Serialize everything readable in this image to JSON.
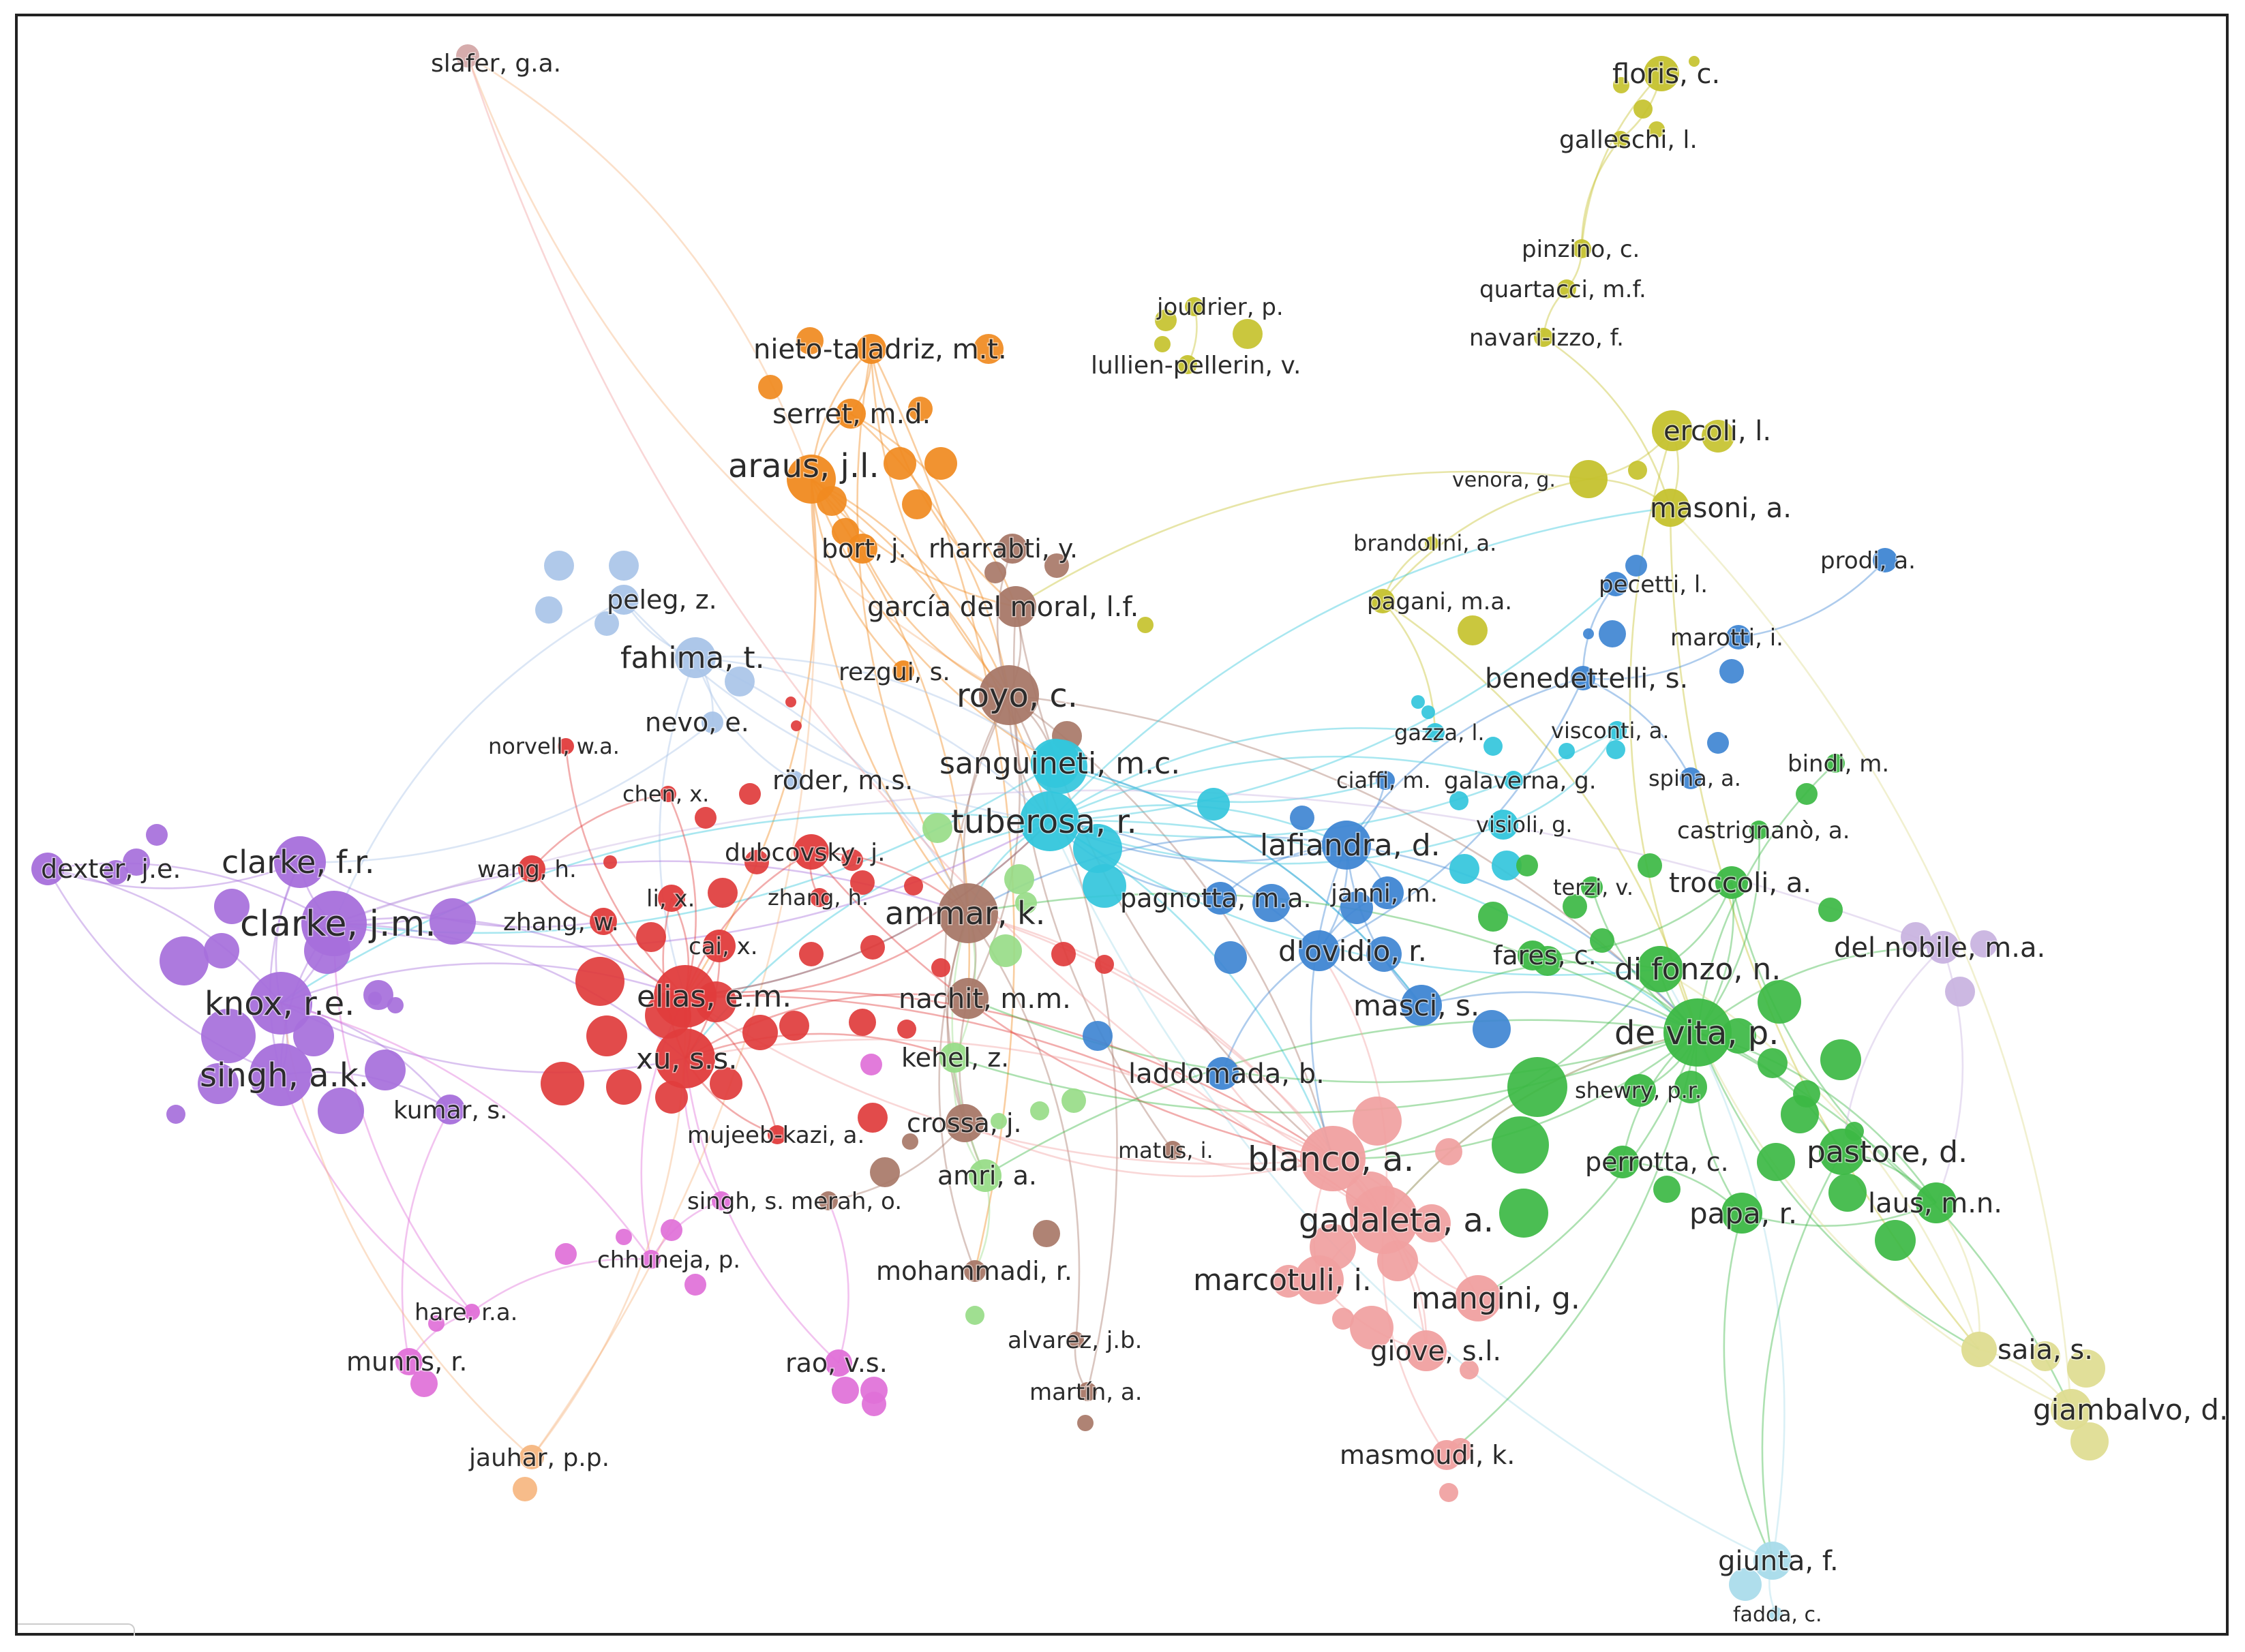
{
  "palette": {
    "red": "#e03c3c",
    "green": "#3cb844",
    "blue": "#3f86d3",
    "yellow": "#c5c22e",
    "purple": "#a66fdb",
    "lightblue": "#a9c4e8",
    "cyan": "#33c6dc",
    "orange": "#f08a20",
    "brown": "#a87868",
    "pink": "#f0a0a0",
    "magenta": "#e070d8",
    "lightgreen": "#98dc88",
    "lightpurple": "#c8b2e0",
    "khaki": "#dedc90",
    "paleblue": "#a8dbea",
    "rose": "#d4a8a8",
    "peach": "#f6b680"
  },
  "network": {
    "nodes": [
      {
        "id": "slafer",
        "label": "slafer, g.a.",
        "cluster": "rose",
        "weight": 1
      },
      {
        "id": "floris",
        "label": "floris, c.",
        "cluster": "yellow",
        "weight": 2
      },
      {
        "id": "galleschi",
        "label": "galleschi, l.",
        "cluster": "yellow",
        "weight": 1
      },
      {
        "id": "pinzino",
        "label": "pinzino, c.",
        "cluster": "yellow",
        "weight": 1
      },
      {
        "id": "quartacci",
        "label": "quartacci, m.f.",
        "cluster": "yellow",
        "weight": 1
      },
      {
        "id": "navari",
        "label": "navari-izzo, f.",
        "cluster": "yellow",
        "weight": 1
      },
      {
        "id": "joudrier",
        "label": "joudrier, p.",
        "cluster": "yellow",
        "weight": 1
      },
      {
        "id": "lullien",
        "label": "lullien-pellerin, v.",
        "cluster": "yellow",
        "weight": 1
      },
      {
        "id": "nieto",
        "label": "nieto-taladriz, m.t.",
        "cluster": "orange",
        "weight": 2
      },
      {
        "id": "serret",
        "label": "serret, m.d.",
        "cluster": "orange",
        "weight": 2
      },
      {
        "id": "araus",
        "label": "araus, j.l.",
        "cluster": "orange",
        "weight": 4
      },
      {
        "id": "bort",
        "label": "bort, j.",
        "cluster": "orange",
        "weight": 2
      },
      {
        "id": "rharrabti",
        "label": "rharrabti, y.",
        "cluster": "brown",
        "weight": 2
      },
      {
        "id": "garcia",
        "label": "garcía del moral, l.f.",
        "cluster": "brown",
        "weight": 3
      },
      {
        "id": "rezgui",
        "label": "rezgui, s.",
        "cluster": "orange",
        "weight": 1
      },
      {
        "id": "royo",
        "label": "royo, c.",
        "cluster": "brown",
        "weight": 5
      },
      {
        "id": "ercoli",
        "label": "ercoli, l.",
        "cluster": "yellow",
        "weight": 3
      },
      {
        "id": "venora",
        "label": "venora, g.",
        "cluster": "yellow",
        "weight": 3
      },
      {
        "id": "masoni",
        "label": "masoni, a.",
        "cluster": "yellow",
        "weight": 3
      },
      {
        "id": "brandolini",
        "label": "brandolini, a.",
        "cluster": "yellow",
        "weight": 1
      },
      {
        "id": "pagani",
        "label": "pagani, m.a.",
        "cluster": "yellow",
        "weight": 2
      },
      {
        "id": "pecetti",
        "label": "pecetti, l.",
        "cluster": "blue",
        "weight": 2
      },
      {
        "id": "prodi",
        "label": "prodi, a.",
        "cluster": "blue",
        "weight": 2
      },
      {
        "id": "marotti",
        "label": "marotti, i.",
        "cluster": "blue",
        "weight": 2
      },
      {
        "id": "benedettelli",
        "label": "benedettelli, s.",
        "cluster": "blue",
        "weight": 2
      },
      {
        "id": "peleg",
        "label": "peleg, z.",
        "cluster": "lightblue",
        "weight": 2
      },
      {
        "id": "fahima",
        "label": "fahima, t.",
        "cluster": "lightblue",
        "weight": 3
      },
      {
        "id": "nevo",
        "label": "nevo, e.",
        "cluster": "lightblue",
        "weight": 1
      },
      {
        "id": "norvell",
        "label": "norvell, w.a.",
        "cluster": "red",
        "weight": 1
      },
      {
        "id": "chen",
        "label": "chen, x.",
        "cluster": "red",
        "weight": 1
      },
      {
        "id": "roder",
        "label": "röder, m.s.",
        "cluster": "lightblue",
        "weight": 1
      },
      {
        "id": "sanguineti",
        "label": "sanguineti, m.c.",
        "cluster": "cyan",
        "weight": 4
      },
      {
        "id": "tuberosa",
        "label": "tuberosa, r.",
        "cluster": "cyan",
        "weight": 5
      },
      {
        "id": "gazza",
        "label": "gazza, l.",
        "cluster": "cyan",
        "weight": 1
      },
      {
        "id": "visconti",
        "label": "visconti, a.",
        "cluster": "cyan",
        "weight": 1
      },
      {
        "id": "ciaffi",
        "label": "ciaffi, m.",
        "cluster": "blue",
        "weight": 1
      },
      {
        "id": "galaverna",
        "label": "galaverna, g.",
        "cluster": "cyan",
        "weight": 1
      },
      {
        "id": "spina",
        "label": "spina, a.",
        "cluster": "blue",
        "weight": 1
      },
      {
        "id": "bindi",
        "label": "bindi, m.",
        "cluster": "green",
        "weight": 1
      },
      {
        "id": "visioli",
        "label": "visioli, g.",
        "cluster": "cyan",
        "weight": 2
      },
      {
        "id": "castrignano",
        "label": "castrignanò, a.",
        "cluster": "green",
        "weight": 1
      },
      {
        "id": "dexter",
        "label": "dexter, j.e.",
        "cluster": "purple",
        "weight": 2
      },
      {
        "id": "clarkefr",
        "label": "clarke, f.r.",
        "cluster": "purple",
        "weight": 4
      },
      {
        "id": "wang",
        "label": "wang, h.",
        "cluster": "red",
        "weight": 2
      },
      {
        "id": "dubcovsky",
        "label": "dubcovsky, j.",
        "cluster": "red",
        "weight": 2
      },
      {
        "id": "lafiandra",
        "label": "lafiandra, d.",
        "cluster": "blue",
        "weight": 4
      },
      {
        "id": "terzi",
        "label": "terzi, v.",
        "cluster": "green",
        "weight": 1
      },
      {
        "id": "troccoli",
        "label": "troccoli, a.",
        "cluster": "green",
        "weight": 2
      },
      {
        "id": "clarkejm",
        "label": "clarke, j.m.",
        "cluster": "purple",
        "weight": 6
      },
      {
        "id": "zhangw",
        "label": "zhang, w.",
        "cluster": "red",
        "weight": 2
      },
      {
        "id": "lix",
        "label": "li, x.",
        "cluster": "red",
        "weight": 2
      },
      {
        "id": "zhangh",
        "label": "zhang, h.",
        "cluster": "red",
        "weight": 1
      },
      {
        "id": "ammar",
        "label": "ammar, k.",
        "cluster": "brown",
        "weight": 5
      },
      {
        "id": "pagnotta",
        "label": "pagnotta, m.a.",
        "cluster": "blue",
        "weight": 2
      },
      {
        "id": "janni",
        "label": "janni, m.",
        "cluster": "blue",
        "weight": 2
      },
      {
        "id": "cai",
        "label": "cai, x.",
        "cluster": "red",
        "weight": 2
      },
      {
        "id": "dovidio",
        "label": "d'ovidio, r.",
        "cluster": "blue",
        "weight": 3
      },
      {
        "id": "fares",
        "label": "fares, c.",
        "cluster": "green",
        "weight": 2
      },
      {
        "id": "delnobile",
        "label": "del nobile, m.a.",
        "cluster": "lightpurple",
        "weight": 2
      },
      {
        "id": "knox",
        "label": "knox, r.e.",
        "cluster": "purple",
        "weight": 5
      },
      {
        "id": "elias",
        "label": "elias, e.m.",
        "cluster": "red",
        "weight": 5
      },
      {
        "id": "nachit",
        "label": "nachit, m.m.",
        "cluster": "brown",
        "weight": 3
      },
      {
        "id": "difonzo",
        "label": "di fonzo, n.",
        "cluster": "green",
        "weight": 3
      },
      {
        "id": "masci",
        "label": "masci, s.",
        "cluster": "blue",
        "weight": 3
      },
      {
        "id": "devita",
        "label": "de vita, p.",
        "cluster": "green",
        "weight": 6
      },
      {
        "id": "xu",
        "label": "xu, s.s.",
        "cluster": "red",
        "weight": 5
      },
      {
        "id": "kehel",
        "label": "kehel, z.",
        "cluster": "lightgreen",
        "weight": 2
      },
      {
        "id": "laddomada",
        "label": "laddomada, b.",
        "cluster": "blue",
        "weight": 2
      },
      {
        "id": "singhak",
        "label": "singh, a.k.",
        "cluster": "purple",
        "weight": 5
      },
      {
        "id": "kumar",
        "label": "kumar, s.",
        "cluster": "purple",
        "weight": 2
      },
      {
        "id": "shewry",
        "label": "shewry, p.r.",
        "cluster": "green",
        "weight": 2
      },
      {
        "id": "mujeeb",
        "label": "mujeeb-kazi, a.",
        "cluster": "red",
        "weight": 1
      },
      {
        "id": "crossa",
        "label": "crossa, j.",
        "cluster": "brown",
        "weight": 2
      },
      {
        "id": "matus",
        "label": "matus, i.",
        "cluster": "brown",
        "weight": 1
      },
      {
        "id": "blanco",
        "label": "blanco, a.",
        "cluster": "pink",
        "weight": 6
      },
      {
        "id": "perrotta",
        "label": "perrotta, c.",
        "cluster": "green",
        "weight": 2
      },
      {
        "id": "pastore",
        "label": "pastore, d.",
        "cluster": "green",
        "weight": 3
      },
      {
        "id": "amri",
        "label": "amri, a.",
        "cluster": "lightgreen",
        "weight": 2
      },
      {
        "id": "singhs",
        "label": "singh, s.",
        "cluster": "magenta",
        "weight": 1
      },
      {
        "id": "merah",
        "label": "merah, o.",
        "cluster": "brown",
        "weight": 1
      },
      {
        "id": "gadaleta",
        "label": "gadaleta, a.",
        "cluster": "pink",
        "weight": 6
      },
      {
        "id": "laus",
        "label": "laus, m.n.",
        "cluster": "green",
        "weight": 3
      },
      {
        "id": "papa",
        "label": "papa, r.",
        "cluster": "green",
        "weight": 3
      },
      {
        "id": "chhuneja",
        "label": "chhuneja, p.",
        "cluster": "magenta",
        "weight": 1
      },
      {
        "id": "mohammadi",
        "label": "mohammadi, r.",
        "cluster": "brown",
        "weight": 1
      },
      {
        "id": "marcotuli",
        "label": "marcotuli, i.",
        "cluster": "pink",
        "weight": 3
      },
      {
        "id": "mangini",
        "label": "mangini, g.",
        "cluster": "pink",
        "weight": 3
      },
      {
        "id": "hare",
        "label": "hare, r.a.",
        "cluster": "magenta",
        "weight": 1
      },
      {
        "id": "alvarez",
        "label": "alvarez, j.b.",
        "cluster": "brown",
        "weight": 1
      },
      {
        "id": "munns",
        "label": "munns, r.",
        "cluster": "magenta",
        "weight": 2
      },
      {
        "id": "rao",
        "label": "rao, v.s.",
        "cluster": "magenta",
        "weight": 2
      },
      {
        "id": "giove",
        "label": "giove, s.l.",
        "cluster": "pink",
        "weight": 3
      },
      {
        "id": "saia",
        "label": "saia, s.",
        "cluster": "khaki",
        "weight": 3
      },
      {
        "id": "martin",
        "label": "martín, a.",
        "cluster": "brown",
        "weight": 1
      },
      {
        "id": "giambalvo",
        "label": "giambalvo, d.",
        "cluster": "khaki",
        "weight": 3
      },
      {
        "id": "jauhar",
        "label": "jauhar, p.p.",
        "cluster": "peach",
        "weight": 2
      },
      {
        "id": "masmoudi",
        "label": "masmoudi, k.",
        "cluster": "pink",
        "weight": 2
      },
      {
        "id": "giunta",
        "label": "giunta, f.",
        "cluster": "paleblue",
        "weight": 3
      },
      {
        "id": "fadda",
        "label": "fadda, c.",
        "cluster": "paleblue",
        "weight": 1
      }
    ]
  }
}
